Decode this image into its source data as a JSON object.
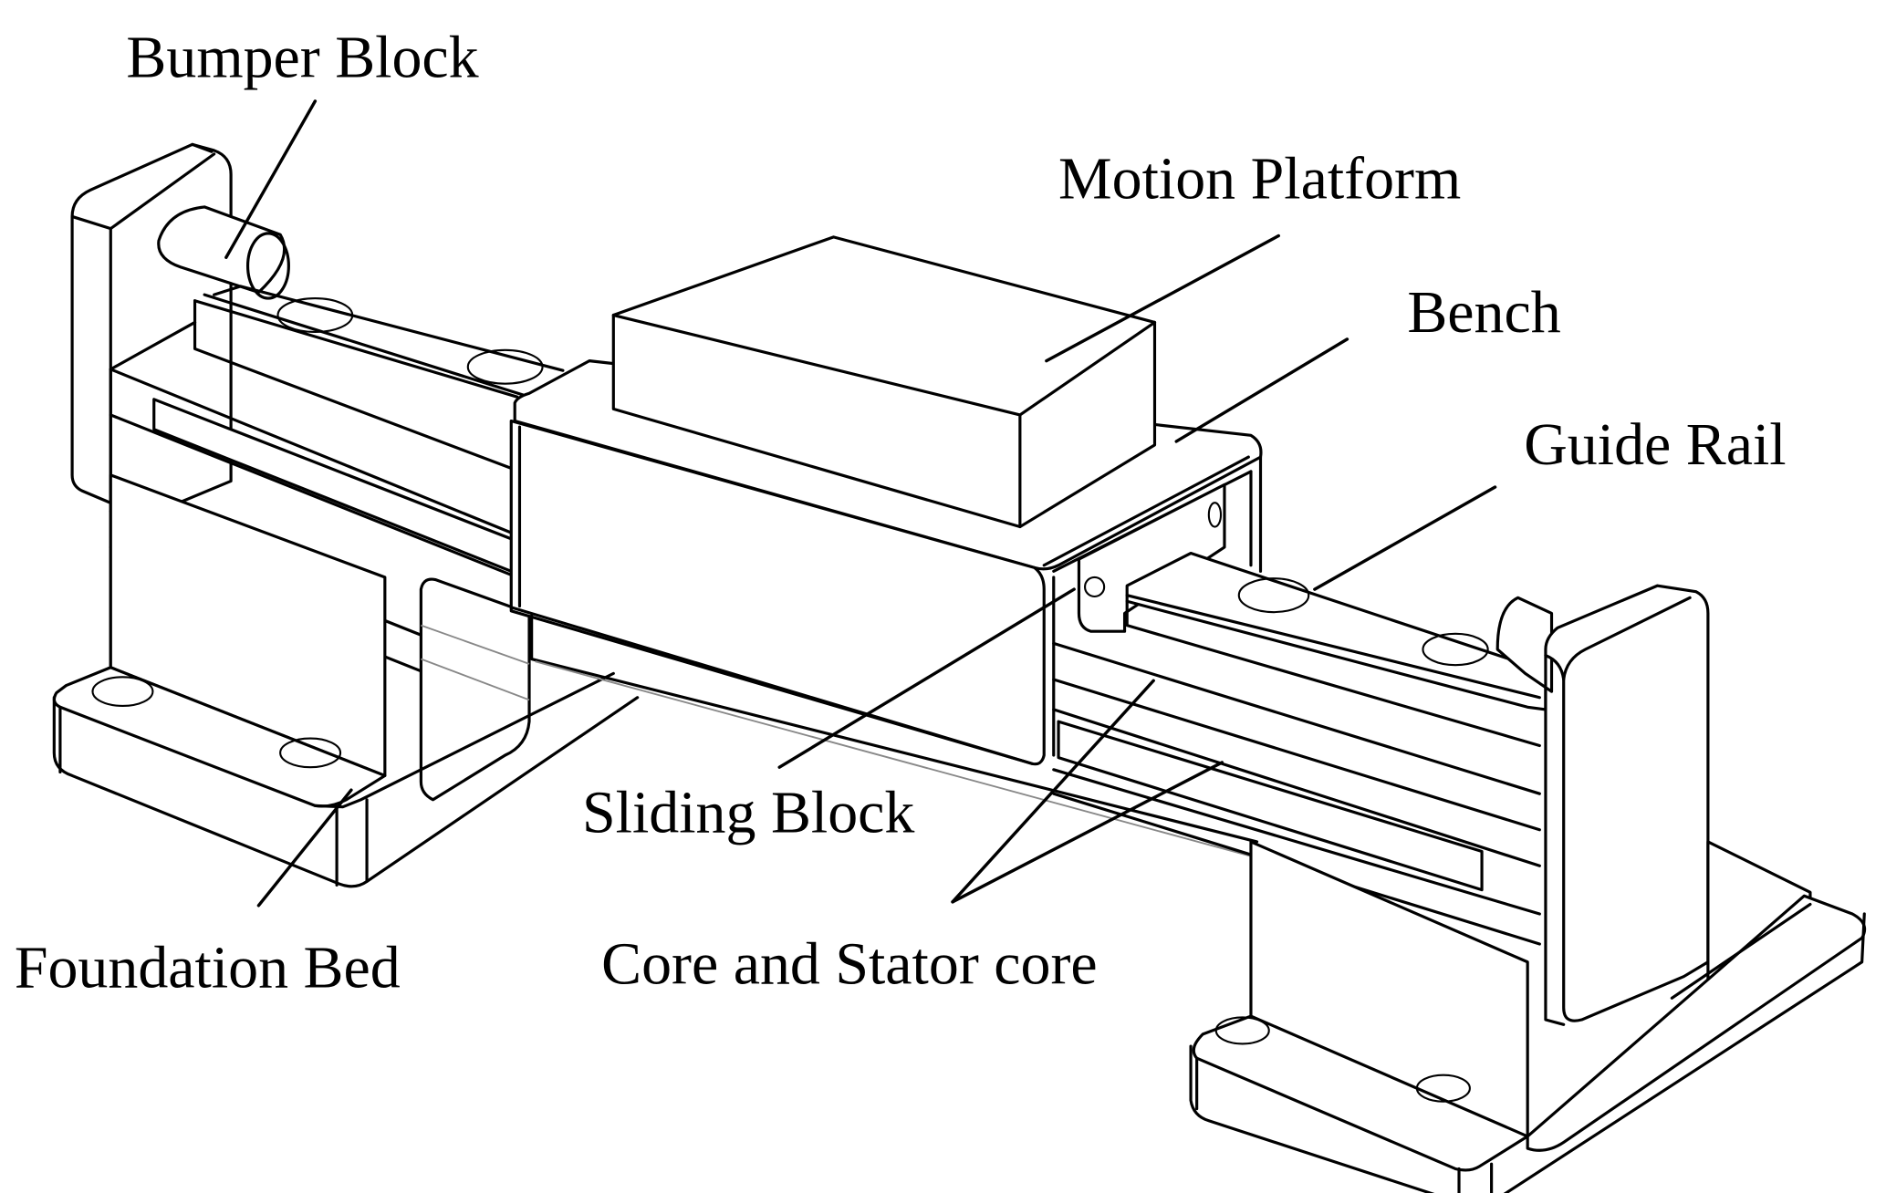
{
  "figure": {
    "type": "isometric mechanical line drawing",
    "subject": "linear motor motion stage assembly",
    "line_color": "#000000",
    "background_color": "#ffffff"
  },
  "labels": [
    {
      "id": "bumper-block",
      "text": "Bumper Block",
      "points_to": "cylindrical bumper on left end plate"
    },
    {
      "id": "motion-platform",
      "text": "Motion Platform",
      "points_to": "rectangular block on top of bench"
    },
    {
      "id": "bench",
      "text": "Bench",
      "points_to": "U-shaped carriage housing"
    },
    {
      "id": "guide-rail",
      "text": "Guide Rail",
      "points_to": "rail with mounting holes on right side"
    },
    {
      "id": "sliding-block",
      "text": "Sliding Block",
      "points_to": "block riding on guide rail under bench"
    },
    {
      "id": "foundation-bed",
      "text": "Foundation Bed",
      "points_to": "left base foot"
    },
    {
      "id": "core-stator",
      "text": "Core and Stator core",
      "points_to": "two parallel stator strips (two leader lines)"
    }
  ]
}
